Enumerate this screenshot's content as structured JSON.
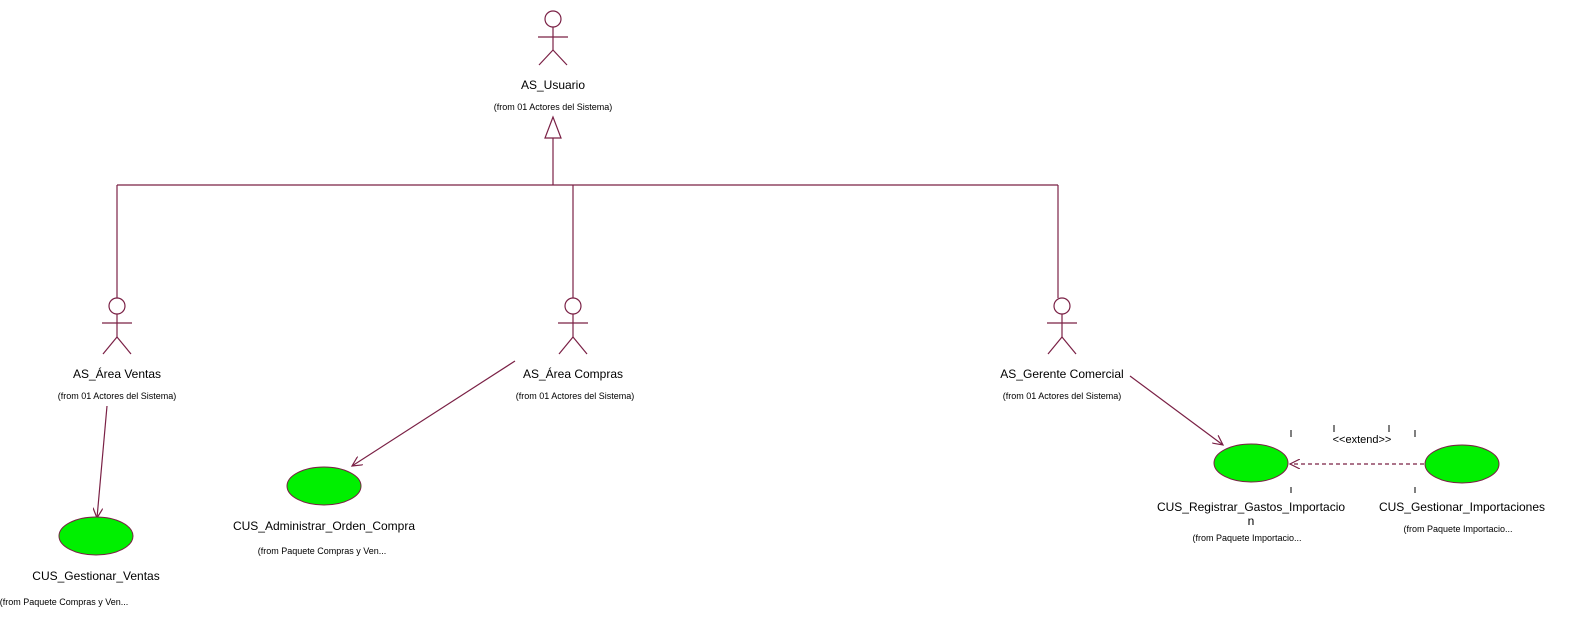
{
  "colors": {
    "line": "#7a2045",
    "usecase_fill": "#00f000",
    "usecase_stroke": "#7a2045",
    "background": "#ffffff"
  },
  "actors": {
    "usuario": {
      "name": "AS_Usuario",
      "from": "(from 01 Actores del Sistema)"
    },
    "ventas": {
      "name": "AS_Área Ventas",
      "from": "(from 01 Actores del Sistema)"
    },
    "compras": {
      "name": "AS_Área Compras",
      "from": "(from 01 Actores del Sistema)"
    },
    "gerente": {
      "name": "AS_Gerente Comercial",
      "from": "(from 01 Actores del Sistema)"
    }
  },
  "use_cases": {
    "gestionar_ventas": {
      "name": "CUS_Gestionar_Ventas",
      "from": "(from Paquete Compras y Ven..."
    },
    "administrar_orden_compra": {
      "name": "CUS_Administrar_Orden_Compra",
      "from": "(from Paquete Compras y Ven..."
    },
    "registrar_gastos": {
      "name_line1": "CUS_Registrar_Gastos_Importacio",
      "name_line2": "n",
      "from": "(from Paquete Importacio..."
    },
    "gestionar_importaciones": {
      "name": "CUS_Gestionar_Importaciones",
      "from": "(from Paquete Importacio..."
    }
  },
  "relations": {
    "extend_label": "<<extend>>"
  }
}
